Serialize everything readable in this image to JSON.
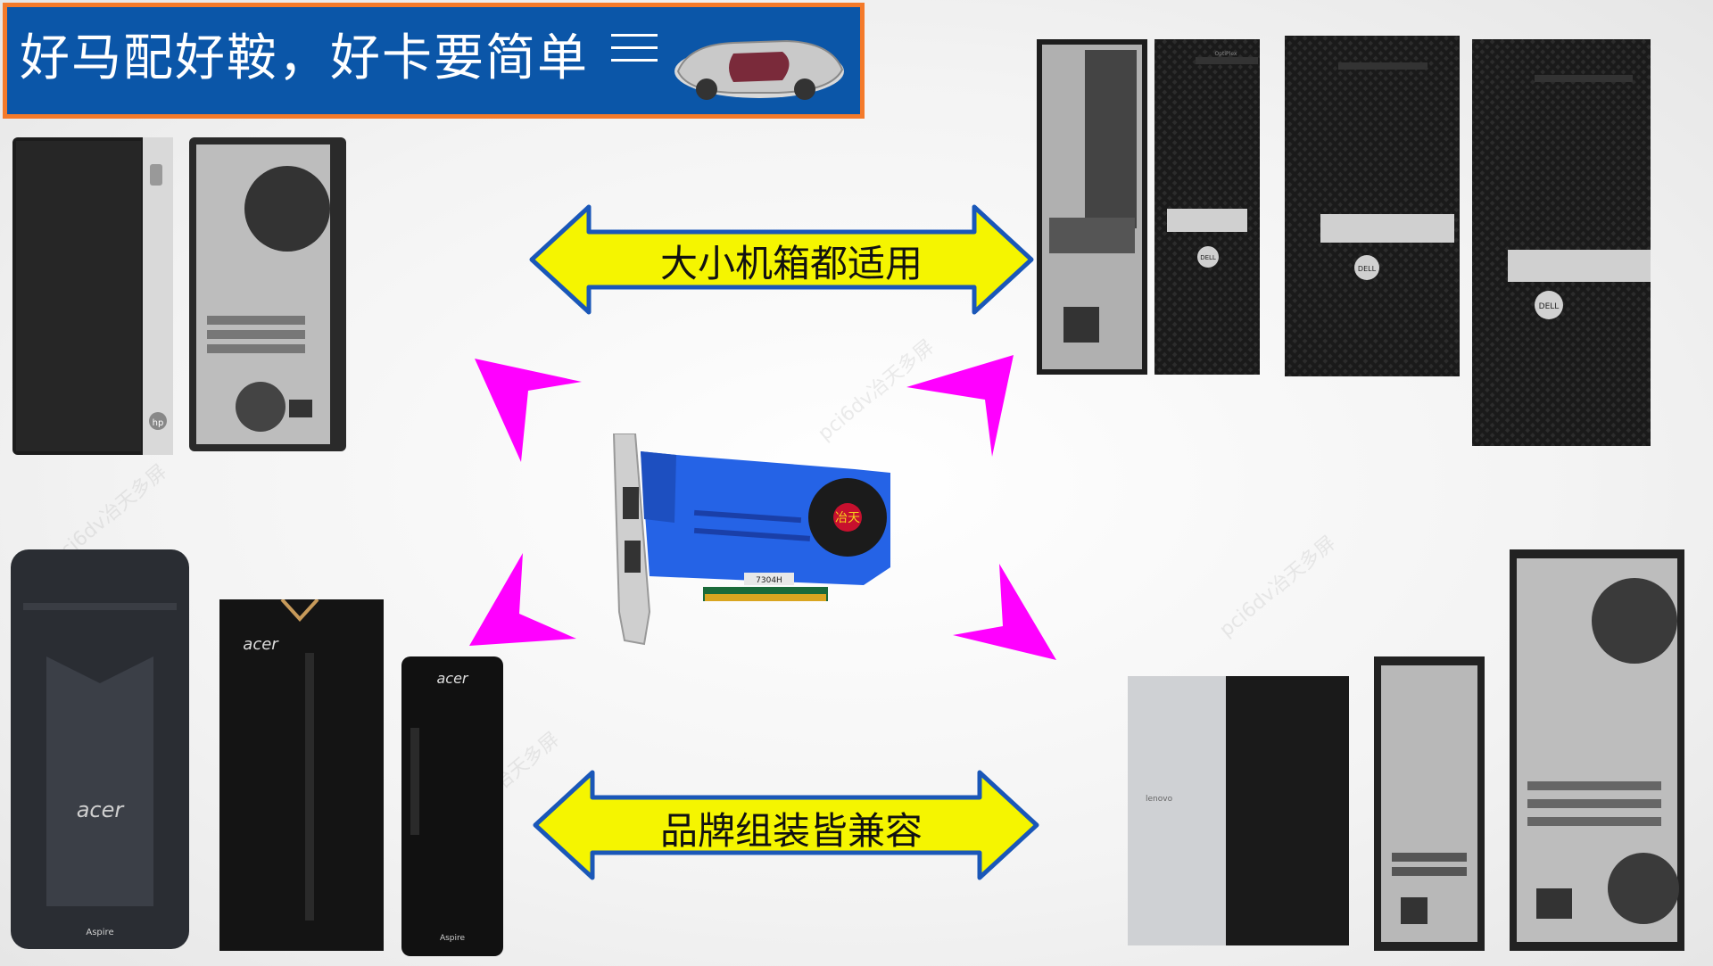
{
  "banner": {
    "title": "好马配好鞍，好卡要简单"
  },
  "arrows": {
    "top_label": "大小机箱都适用",
    "bottom_label": "品牌组装皆兼容"
  },
  "card": {
    "brand_mark": "冶天",
    "model_label": "7304H"
  },
  "hp_case": {
    "logo": "hp"
  },
  "dell_cases": {
    "logo": "DELL",
    "model_label": "OptiPlex"
  },
  "acer_cases": {
    "logo": "acer",
    "sub_logo": "Aspire"
  },
  "lenovo_case": {
    "logo": "lenovo"
  },
  "watermark_text": "pci6dv冶天多屏",
  "colors": {
    "banner_bg": "#0b56a8",
    "banner_border": "#f47a2a",
    "arrow_fill": "#f5f500",
    "arrow_stroke": "#1a57b8",
    "corner_arrow": "#ff00ff",
    "card_blue": "#2563e6"
  }
}
